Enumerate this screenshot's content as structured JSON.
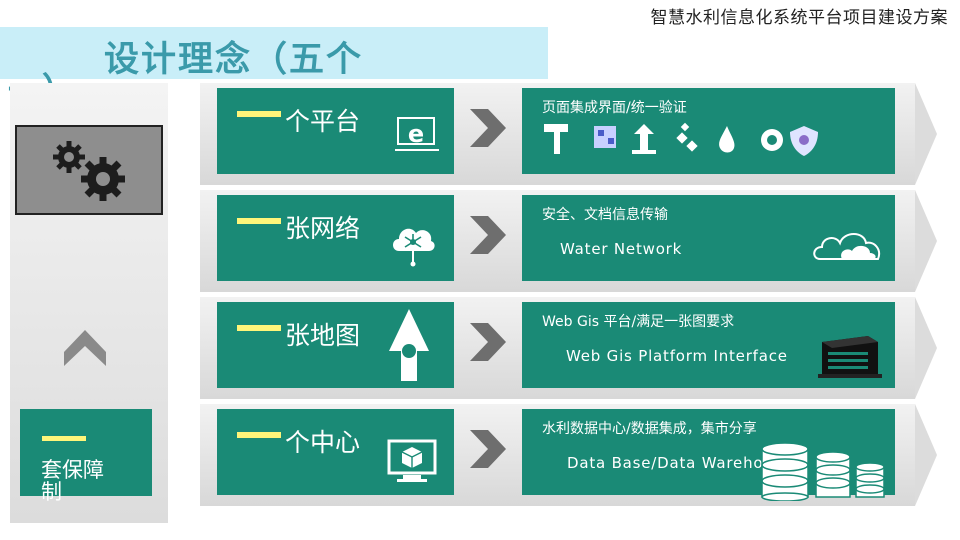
{
  "header": {
    "doc_title": "智慧水利信息化系统平台项目建设方案",
    "slide_title": "设计理念（五个",
    "slide_title_tail": "一）"
  },
  "left": {
    "base_label": "套保障制"
  },
  "rows": [
    {
      "label": "个平台",
      "top_text": "页面集成界面/统一验证",
      "bottom_text": "",
      "icon": "ie-browser-icon"
    },
    {
      "label": "张网络",
      "top_text": "安全、文档信息传输",
      "bottom_text": "Water Network",
      "icon": "cloud-network-icon"
    },
    {
      "label": "张地图",
      "top_text": "Web Gis 平台/满足一张图要求",
      "bottom_text": "Web Gis Platform Interface",
      "icon": "map-pin-icon"
    },
    {
      "label": "个中心",
      "top_text": "水利数据中心/数据集成，集市分享",
      "bottom_text": "Data Base/Data Warehouse",
      "icon": "monitor-box-icon"
    }
  ],
  "colors": {
    "teal": "#1a8a76",
    "accent_yellow": "#fff57a",
    "title_band": "#c9eef8",
    "title_text": "#3a9aaa"
  }
}
